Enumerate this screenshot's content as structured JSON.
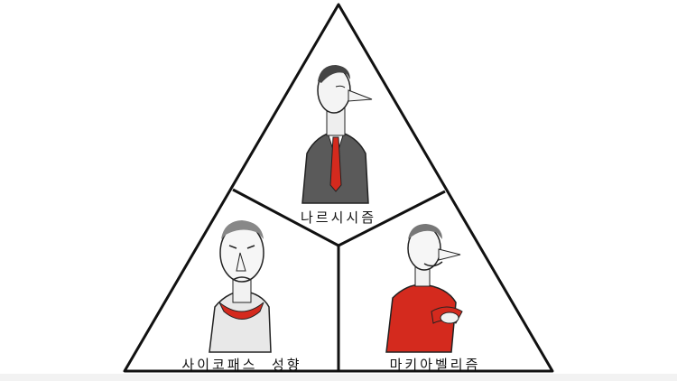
{
  "diagram": {
    "title": "Dark Triad",
    "sections": [
      {
        "label": "나르시시즘",
        "figure": "man-in-suit-red-tie"
      },
      {
        "label": "사이코패스  성향",
        "figure": "frowning-man-red-collar"
      },
      {
        "label": "마키아벨리즘",
        "figure": "grinning-man-red-sweater"
      }
    ],
    "colors": {
      "line": "#111111",
      "accent": "#d42a1e",
      "suit": "#555555"
    }
  }
}
